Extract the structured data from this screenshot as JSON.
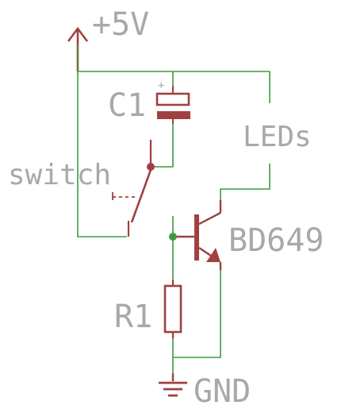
{
  "labels": {
    "supply": "+5V",
    "capacitor": "C1",
    "capacitor_polarity": "+",
    "leds": "LEDs",
    "switch": "switch",
    "transistor": "BD649",
    "resistor": "R1",
    "ground": "GND"
  },
  "colors": {
    "wire": "#3f9b3f",
    "component": "#a04040",
    "label": "#a8a8a8",
    "background": "#ffffff"
  }
}
